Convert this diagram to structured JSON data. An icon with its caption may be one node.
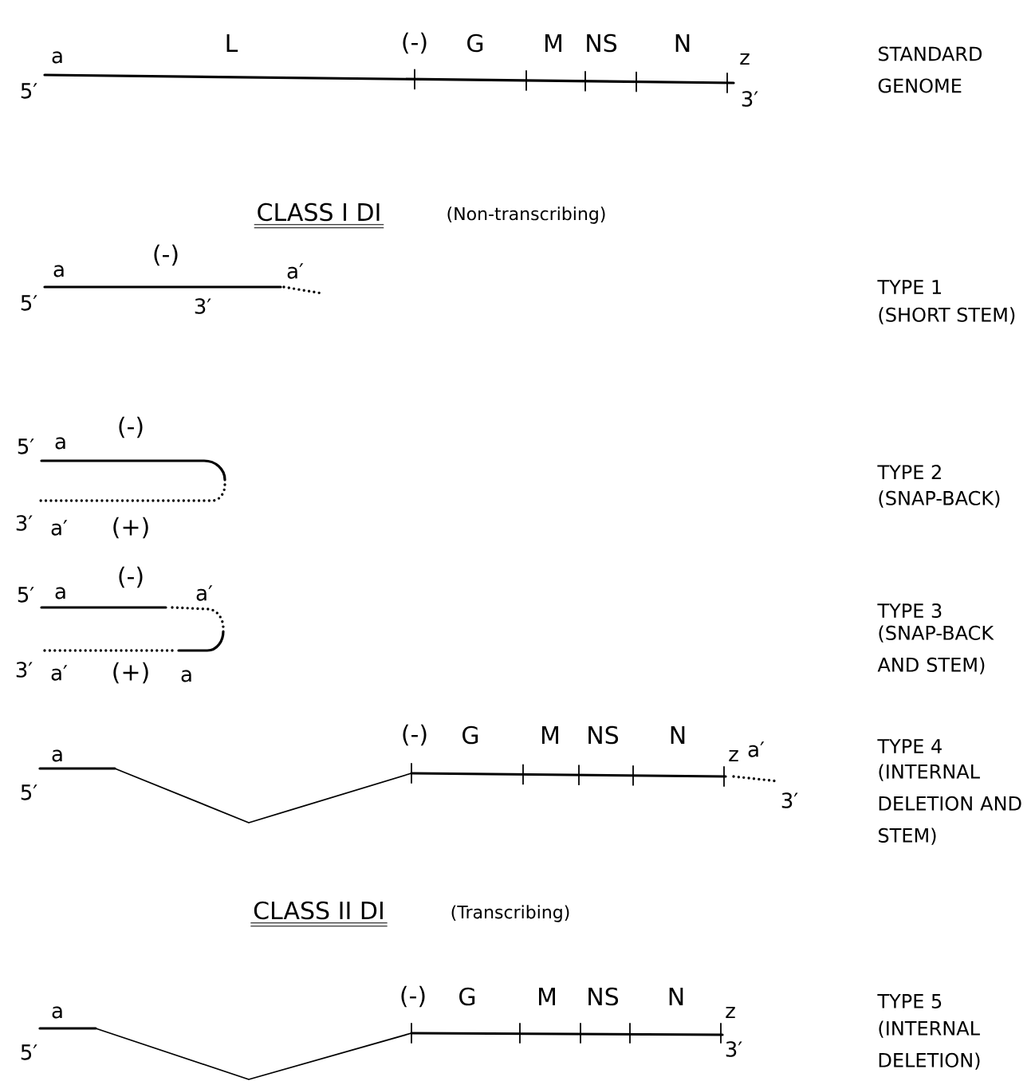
{
  "diagram": {
    "labels": [
      "a",
      "L",
      "(-)",
      "G",
      "M",
      "NS",
      "N",
      "z",
      "STANDARD GENOME",
      "5′",
      "3′",
      "CLASS I DI",
      "(Non-transcribing)",
      "a",
      "(-)",
      "a′",
      "TYPE 1",
      "5′",
      "3′",
      "(SHORT STEM)",
      "5′",
      "a",
      "(-)",
      "TYPE 2",
      "(SNAP-BACK)",
      "3′",
      "a′",
      "(+)",
      "(-)",
      "5′",
      "a",
      "a′",
      "TYPE 3",
      "(SNAP-BACK AND STEM)",
      "3′",
      "a′",
      "(+)",
      "a",
      "(-)",
      "G",
      "M",
      "NS",
      "N",
      "TYPE 4",
      "(INTERNAL DELETION AND STEM)",
      "a",
      "z",
      "a′",
      "5′",
      "3′",
      "CLASS II DI",
      "(Transcribing)",
      "(-)",
      "G",
      "M",
      "NS",
      "N",
      "TYPE 5",
      "a",
      "z",
      "(INTERNAL DELETION)",
      "5′",
      "3′"
    ]
  }
}
